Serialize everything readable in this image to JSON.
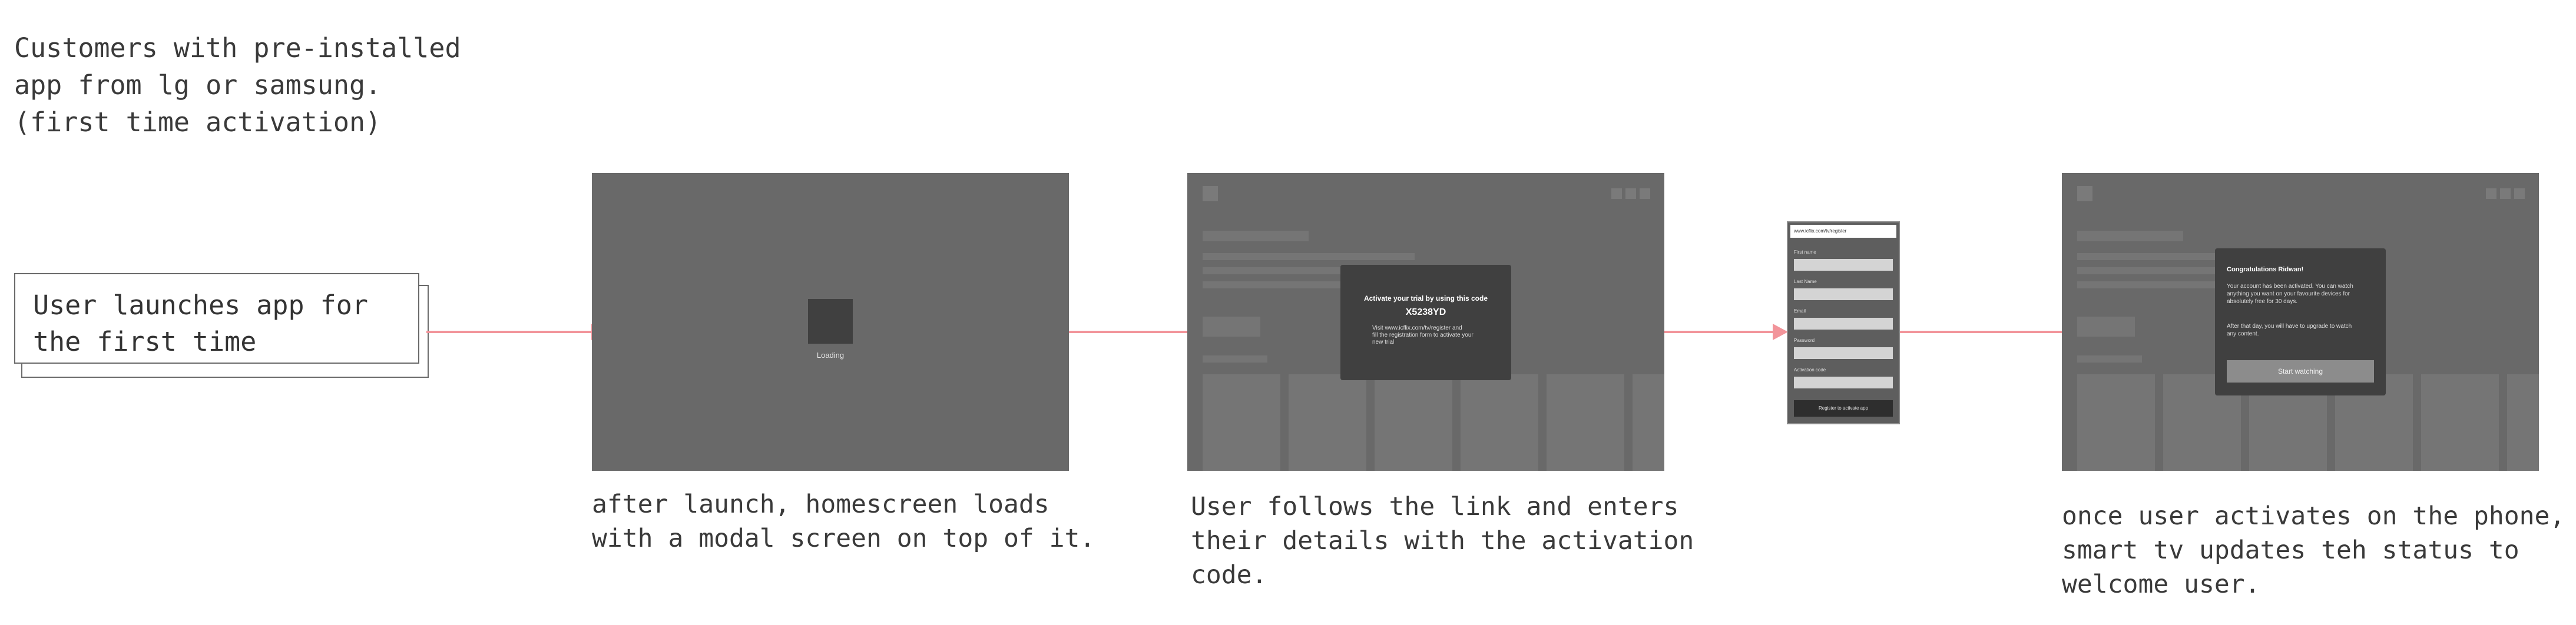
{
  "intro_note": "Customers with pre-installed\napp from lg or samsung.\n(first time activation)",
  "start_card": {
    "text": "User launches app for\nthe first time"
  },
  "screen_loading": {
    "label": "Loading"
  },
  "screen_activation": {
    "modal_title": "Activate your trial by using this code",
    "modal_code": "X5238YD",
    "modal_text": "Visit www.icflix.com/tv/register and\nfill the registration form to activate your\nnew trial"
  },
  "phone": {
    "url": "www.icflix.com/tv/register",
    "fields": [
      "First name",
      "Last Name",
      "Email",
      "Password",
      "Activation code"
    ],
    "button": "Register to activate app"
  },
  "screen_welcome": {
    "modal_title": "Congratulations Ridwan!",
    "modal_text_1": "Your account has been activated. You can watch\nanything you want on your favourite devices for\nabsolutely free for 30 days.",
    "modal_text_2": "After that day, you will have to upgrade to watch\nany content.",
    "button": "Start watching"
  },
  "captions": {
    "loading": "after launch, homescreen loads\nwith a modal screen on top of it.",
    "register": "User follows the link and enters\ntheir details with the activation\ncode.",
    "welcome": "once user activates on the phone,\nsmart tv updates teh status to\nwelcome user."
  },
  "colors": {
    "connector": "#f2949a",
    "screen": "#696969",
    "modal": "#404040"
  }
}
